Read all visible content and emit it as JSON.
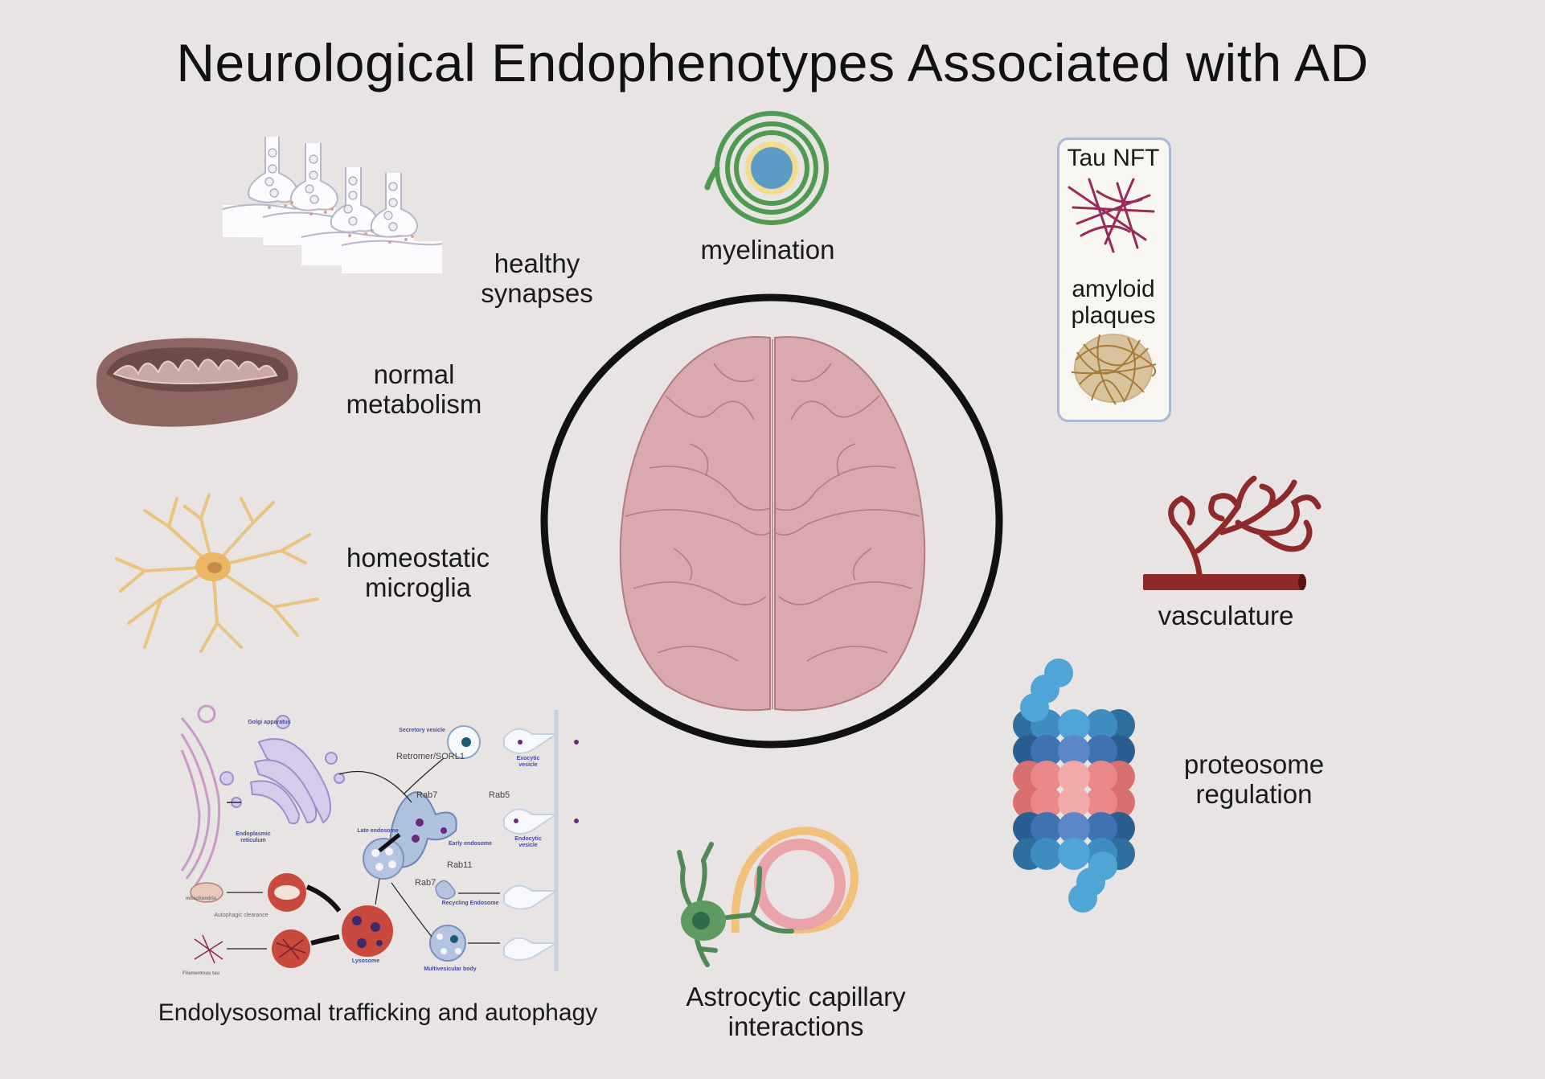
{
  "title": "Neurological Endophenotypes Associated with AD",
  "center": {
    "label": "brain",
    "ring_color": "#111111",
    "brain_color": "#d9a9ad"
  },
  "panels": {
    "synapses": {
      "line1": "healthy",
      "line2": "synapses"
    },
    "myelination": {
      "line1": "myelination"
    },
    "pathology": {
      "tau": "Tau NFT",
      "amyloid_line1": "amyloid",
      "amyloid_line2": "plaques"
    },
    "metabolism": {
      "line1": "normal",
      "line2": "metabolism"
    },
    "microglia": {
      "line1": "homeostatic",
      "line2": "microglia"
    },
    "vasculature": {
      "line1": "vasculature"
    },
    "proteosome": {
      "line1": "proteosome",
      "line2": "regulation"
    },
    "astrocyte": {
      "line1": "Astrocytic capillary",
      "line2": "interactions"
    },
    "endolysosomal": {
      "caption": "Endolysosomal trafficking and autophagy",
      "labels": {
        "golgi": "Golgi apparatus",
        "er": "Endoplasmic reticulum",
        "secretory": "Secretory vesicle",
        "exocytic": "Exocytic vesicle",
        "retromer": "Retromer/SORL1",
        "rab7_top": "Rab7",
        "rab5": "Rab5",
        "late_endosome": "Late endosome",
        "early_endosome": "Early endosome",
        "endocytic": "Endocytic vesicle",
        "rab11": "Rab11",
        "rab7_bottom": "Rab7",
        "recycling": "Recycling Endosome",
        "mitochondria": "mitochondria",
        "autophagic": "Autophagic clearance",
        "lysosome": "Lysosome",
        "mvb": "Multivesicular body",
        "tau": "Filamentous tau"
      }
    }
  },
  "colors": {
    "background": "#e8e4e3",
    "myelin_green": "#4e9a52",
    "axon_blue": "#5b9cc7",
    "tau_magenta": "#9a2a5a",
    "amyloid_brown": "#a77a3a",
    "mito_brown": "#8e6560",
    "microglia_tan": "#e8c47f",
    "vessel_red": "#8f2a2a",
    "lysosome_red": "#c9493d",
    "astro_green": "#4f8a58"
  }
}
